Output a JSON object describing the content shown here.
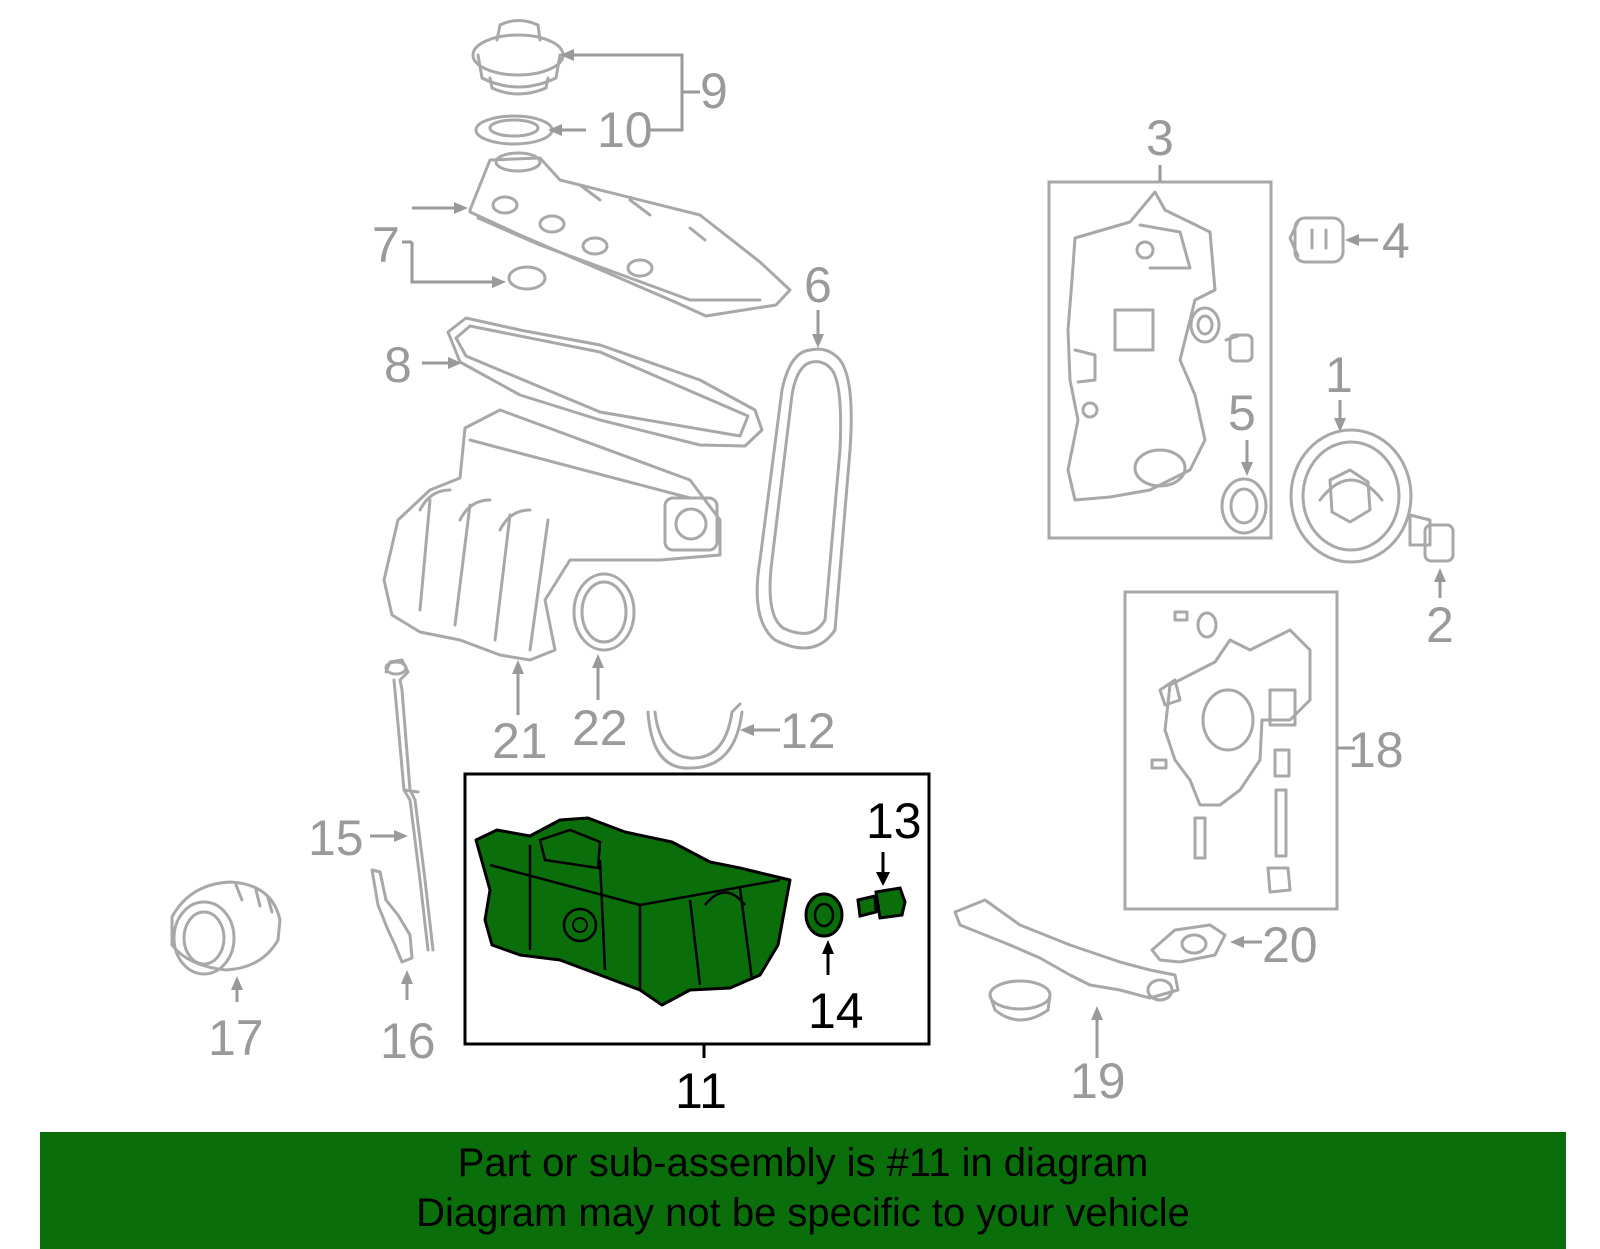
{
  "callouts": {
    "c1": "1",
    "c2": "2",
    "c3": "3",
    "c4": "4",
    "c5": "5",
    "c6": "6",
    "c7": "7",
    "c8": "8",
    "c9": "9",
    "c10": "10",
    "c11": "11",
    "c12": "12",
    "c13": "13",
    "c14": "14",
    "c15": "15",
    "c16": "16",
    "c17": "17",
    "c18": "18",
    "c19": "19",
    "c20": "20",
    "c21": "21",
    "c22": "22"
  },
  "highlight": {
    "part": "11",
    "color": "#0a6e0a"
  },
  "banner": {
    "line1": "Part or sub-assembly is #11 in diagram",
    "line2": "Diagram may not be specific to your vehicle",
    "background": "#0a6e0a"
  }
}
